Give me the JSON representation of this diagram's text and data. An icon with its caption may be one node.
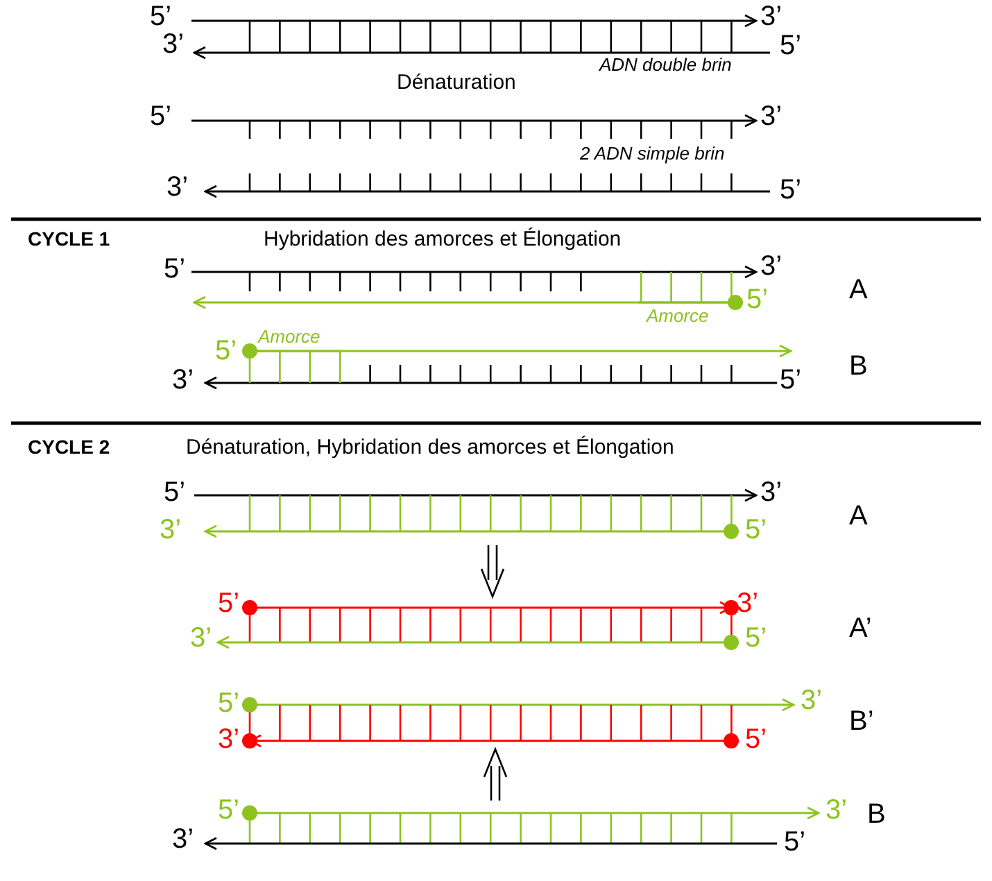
{
  "diagram": {
    "labels": [
      "5’",
      "3’",
      "3’",
      "5’",
      "ADN double brin",
      "Dénaturation",
      "5’",
      "3’",
      "2 ADN simple brin",
      "3’",
      "5’",
      "CYCLE 1",
      "Hybridation des amorces et Élongation",
      "5’",
      "3’",
      "A",
      "Amorce",
      "5’",
      "Amorce",
      "5’",
      "B",
      "3’",
      "5’",
      "CYCLE 2",
      "Dénaturation, Hybridation des amorces et Élongation",
      "5’",
      "3’",
      "A",
      "3’",
      "5’",
      "5’",
      "3’",
      "A’",
      "3’",
      "5’",
      "5’",
      "3’",
      "B’",
      "3’",
      "5’",
      "5’",
      "3’",
      "B",
      "3’",
      "5’"
    ]
  }
}
